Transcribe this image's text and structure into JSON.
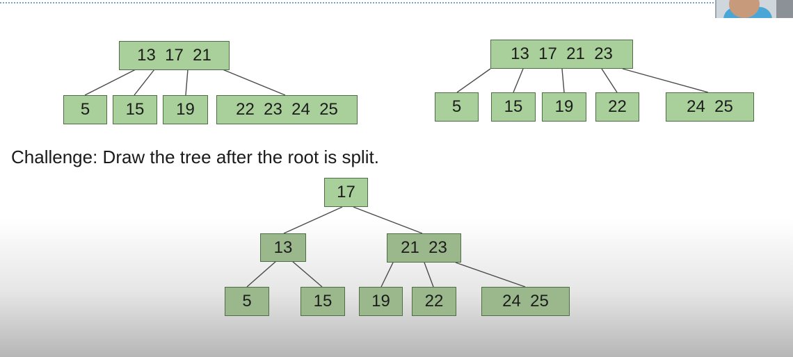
{
  "challenge_text": "Challenge: Draw the tree after the root is split.",
  "tree_left": {
    "root": "13  17  21",
    "children": [
      "5",
      "15",
      "19",
      "22  23  24  25"
    ]
  },
  "tree_right": {
    "root": "13  17  21  23",
    "children": [
      "5",
      "15",
      "19",
      "22",
      "24  25"
    ]
  },
  "tree_bottom": {
    "root": "17",
    "left_node": "13",
    "right_node": "21  23",
    "leaves": [
      "5",
      "15",
      "19",
      "22",
      "24  25"
    ]
  },
  "colors": {
    "node_fill": "#a9cf9a",
    "node_border": "#4d6d47",
    "edge": "#4a4a4a"
  }
}
